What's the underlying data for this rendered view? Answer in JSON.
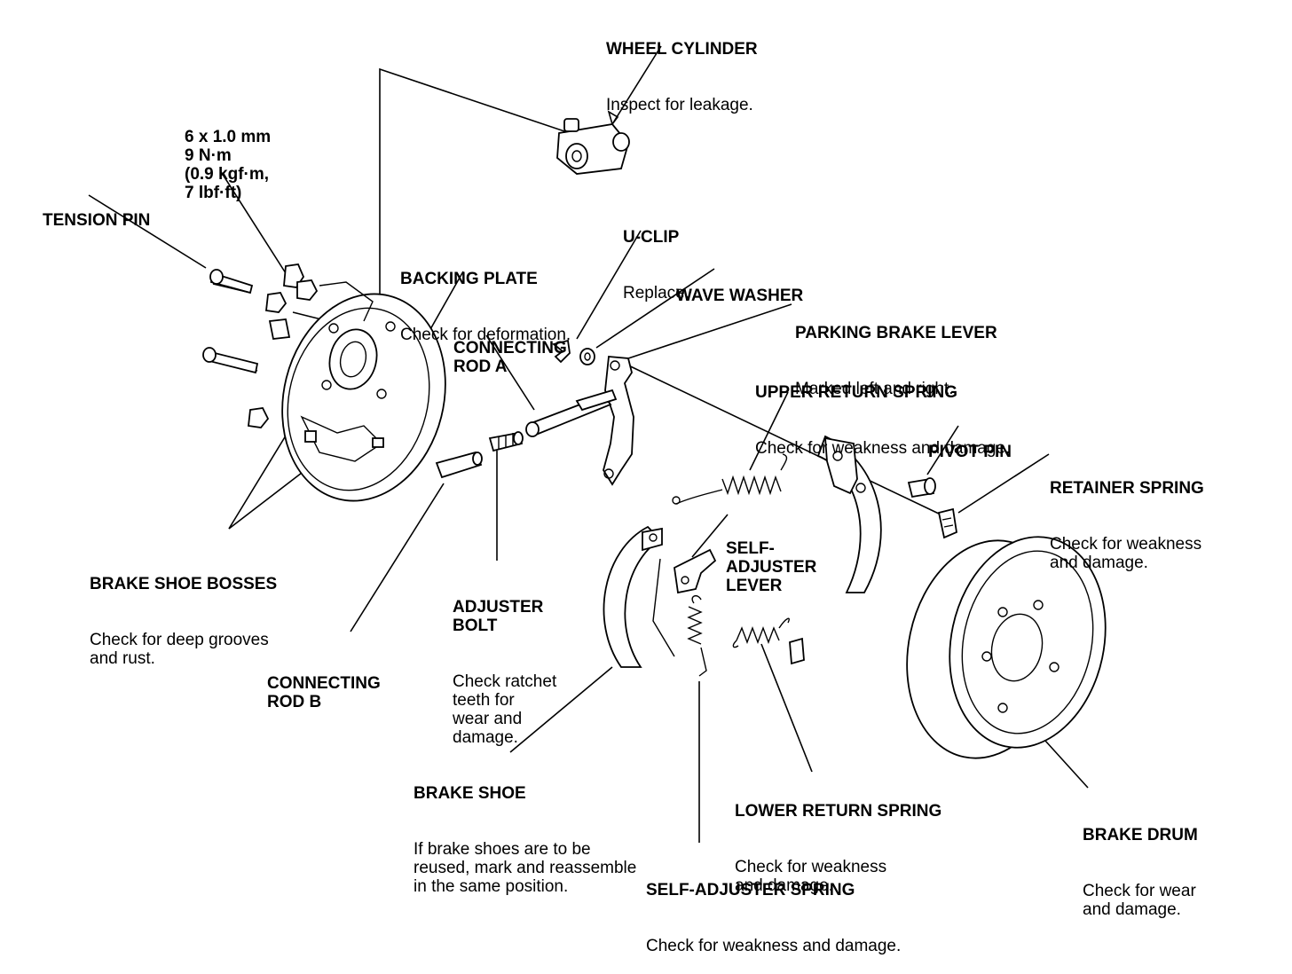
{
  "labels": {
    "wheel_cylinder": {
      "title": "WHEEL CYLINDER",
      "note": "Inspect for leakage."
    },
    "bolt_spec": {
      "title": "6 x 1.0 mm\n9 N·m\n(0.9 kgf·m,\n7 lbf·ft)"
    },
    "tension_pin": {
      "title": "TENSION PIN"
    },
    "u_clip": {
      "title": "U-CLIP",
      "note": "Replace."
    },
    "backing_plate": {
      "title": "BACKING PLATE",
      "note": "Check for deformation."
    },
    "wave_washer": {
      "title": "WAVE WASHER"
    },
    "connecting_rod_a": {
      "title": "CONNECTING\nROD A"
    },
    "parking_brake_lever": {
      "title": "PARKING BRAKE LEVER",
      "note": "Marked left and right."
    },
    "upper_return_spring": {
      "title": "UPPER RETURN SPRING",
      "note": "Check for weakness and damage."
    },
    "pivot_pin": {
      "title": "PIVOT PIN"
    },
    "retainer_spring": {
      "title": "RETAINER SPRING",
      "note": "Check for weakness\nand damage."
    },
    "self_adjuster_lever": {
      "title": "SELF-\nADJUSTER\nLEVER"
    },
    "brake_shoe_bosses": {
      "title": "BRAKE SHOE BOSSES",
      "note": "Check for deep grooves\nand rust."
    },
    "adjuster_bolt": {
      "title": "ADJUSTER\nBOLT",
      "note": "Check ratchet\nteeth for\nwear and\ndamage."
    },
    "connecting_rod_b": {
      "title": "CONNECTING\nROD B"
    },
    "brake_shoe": {
      "title": "BRAKE SHOE",
      "note": "If brake shoes are to be\nreused, mark and reassemble\nin the same position."
    },
    "lower_return_spring": {
      "title": "LOWER RETURN SPRING",
      "note": "Check for weakness\nand damage."
    },
    "brake_drum": {
      "title": "BRAKE DRUM",
      "note": "Check for wear\nand damage."
    },
    "self_adjuster_spring": {
      "title": "SELF-ADJUSTER SPRING",
      "note": "Check for weakness and damage."
    }
  }
}
